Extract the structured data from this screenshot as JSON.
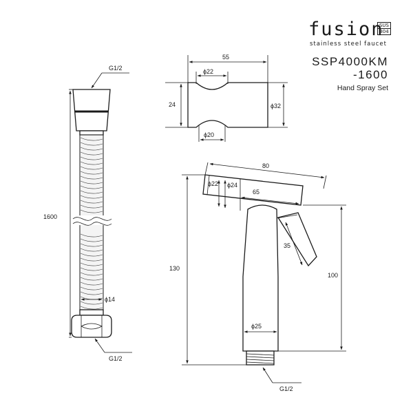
{
  "brand": {
    "name": "fusion",
    "badge_top": "SUS",
    "badge_bottom": "304",
    "tagline": "stainless steel faucet"
  },
  "product": {
    "model_line1": "SSP4000KM",
    "model_line2": "-1600",
    "title": "Hand Spray Set"
  },
  "hose": {
    "top_thread": "G1/2",
    "length": "1600",
    "diameter": "ϕ14",
    "bottom_thread": "G1/2"
  },
  "holder": {
    "width": "55",
    "top_diameter": "ϕ22",
    "height": "24",
    "side_diameter": "ϕ32",
    "bottom_diameter": "ϕ20"
  },
  "spray": {
    "overall_length": "80",
    "nozzle_diameter_small": "ϕ22",
    "nozzle_diameter_large": "ϕ24",
    "head_length": "65",
    "trigger_length": "35",
    "total_height": "130",
    "body_height": "100",
    "handle_diameter": "ϕ25",
    "thread": "G1/2"
  },
  "colors": {
    "line": "#1a1a1a",
    "background": "#ffffff"
  }
}
